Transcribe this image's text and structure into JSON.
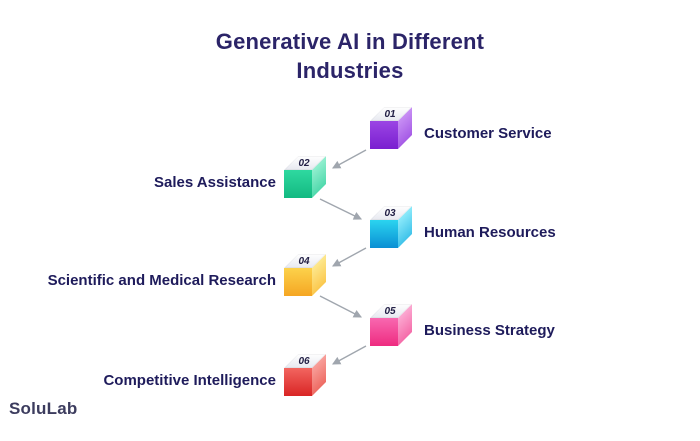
{
  "title": "Generative AI in Different Industries",
  "brand": "SoluLab",
  "items": [
    {
      "number": "01",
      "label": "Customer Service",
      "accent": "#7a1fd0",
      "label_side": "right"
    },
    {
      "number": "02",
      "label": "Sales Assistance",
      "accent": "#12b981",
      "label_side": "left"
    },
    {
      "number": "03",
      "label": "Human Resources",
      "accent": "#0a8fd4",
      "label_side": "right"
    },
    {
      "number": "04",
      "label": "Scientific and Medical Research",
      "accent": "#f5a623",
      "label_side": "left"
    },
    {
      "number": "05",
      "label": "Business Strategy",
      "accent": "#ee2b80",
      "label_side": "right"
    },
    {
      "number": "06",
      "label": "Competitive Intelligence",
      "accent": "#d92525",
      "label_side": "left"
    }
  ],
  "colors": {
    "title": "#2b2468",
    "label": "#1e1b5b",
    "arrow": "#a0a6ae",
    "cube_top_face": "#eef0f4",
    "background": "#ffffff"
  }
}
